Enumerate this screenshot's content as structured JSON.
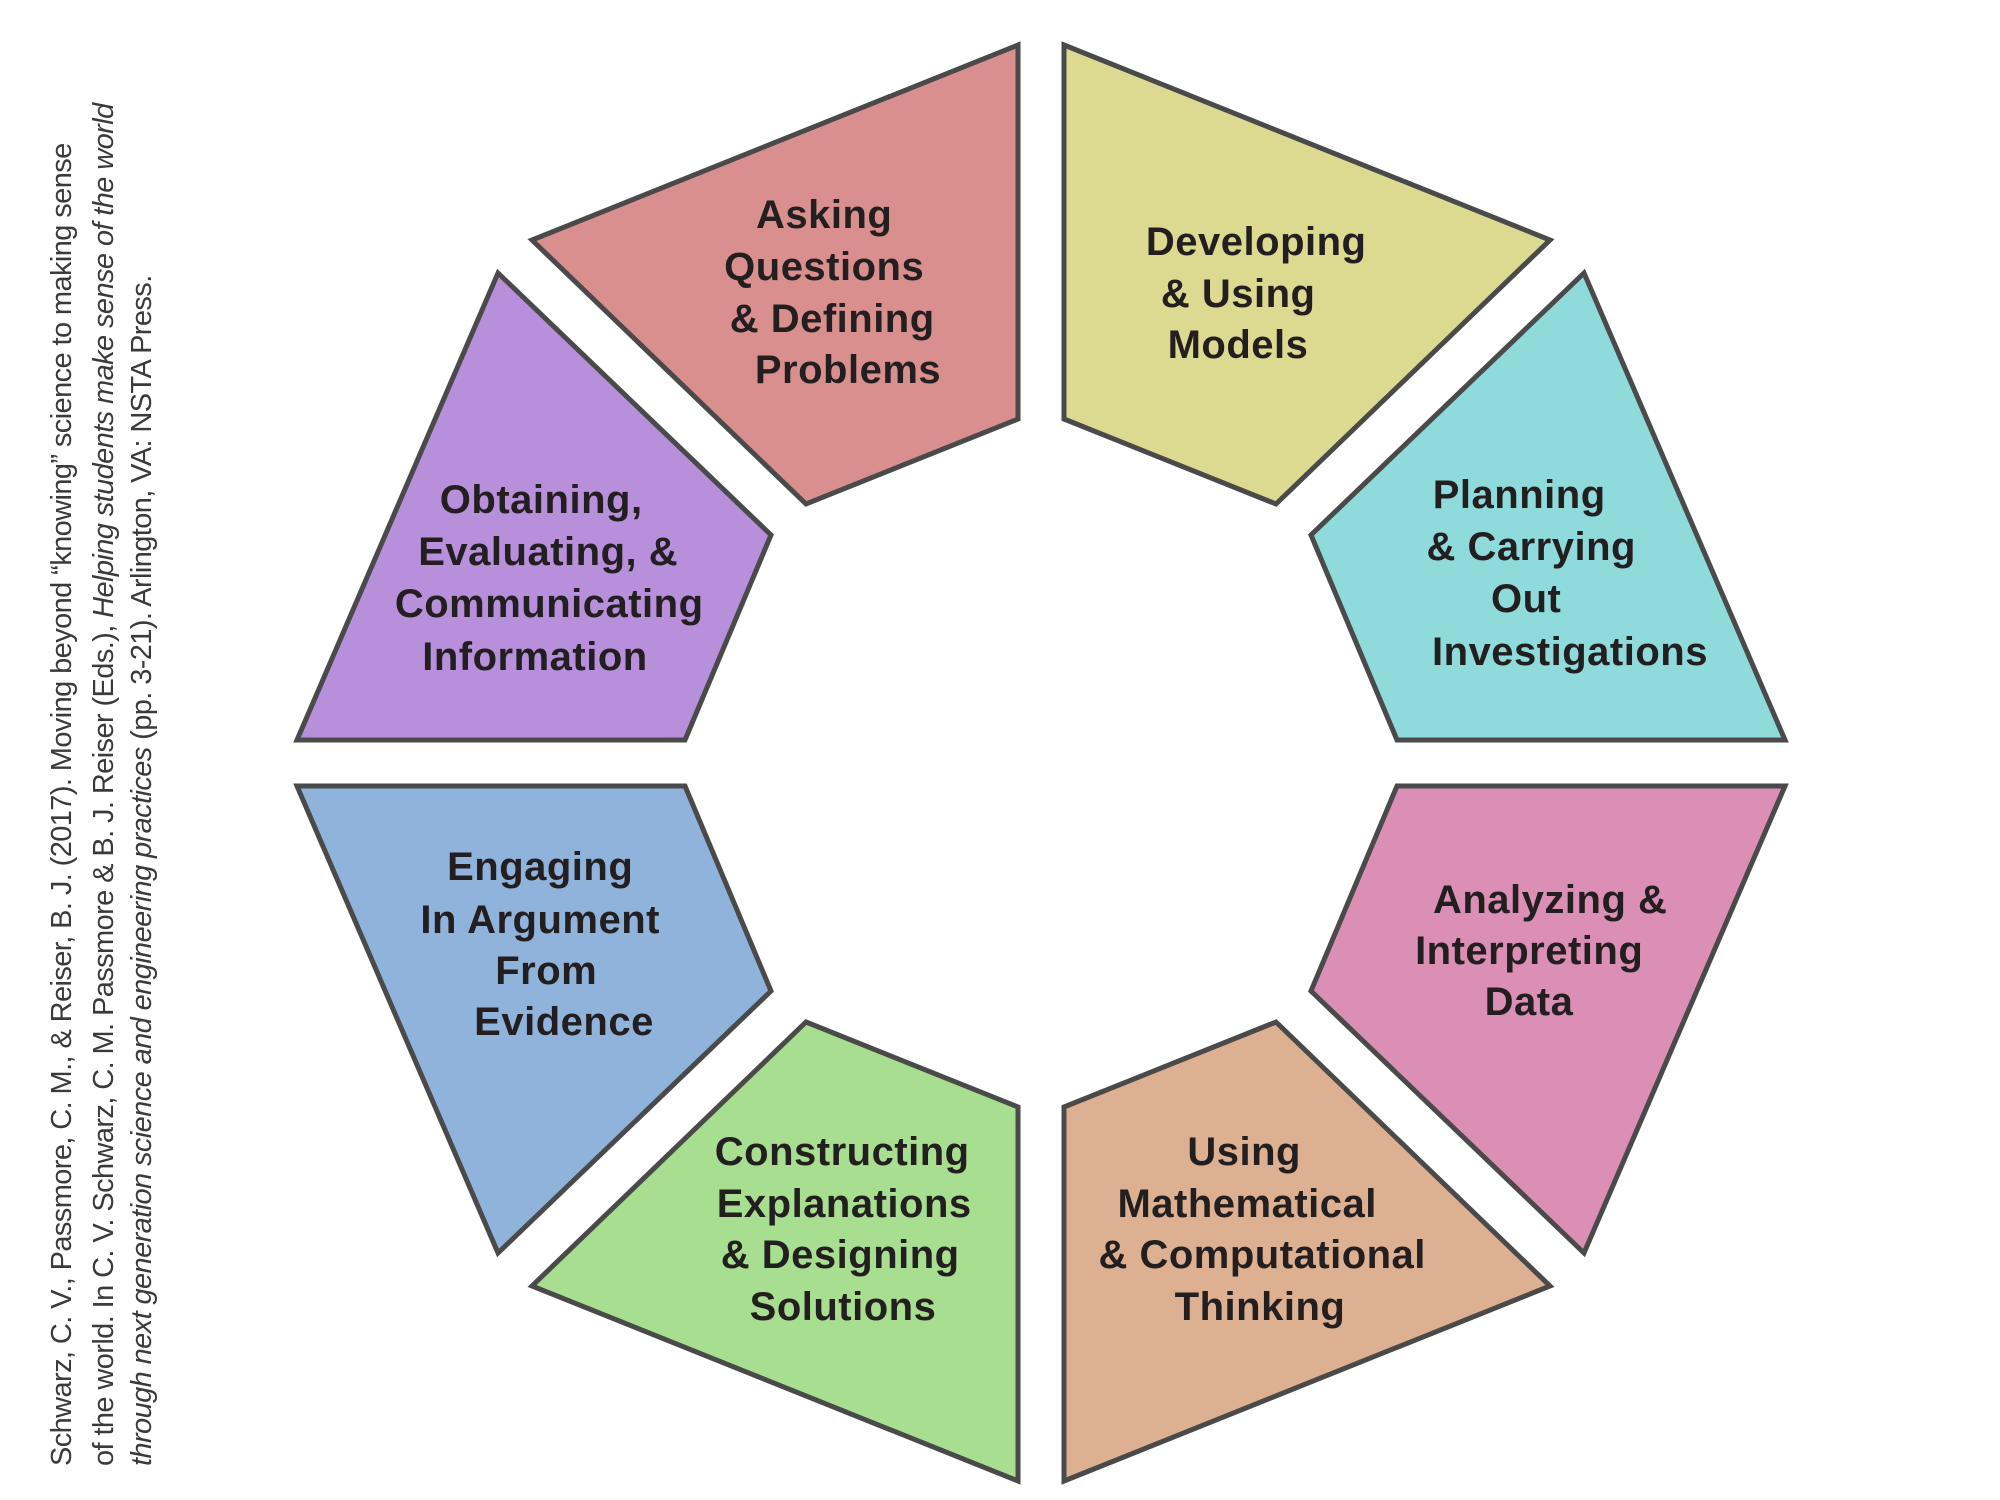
{
  "title": "Science and Engineering Practices",
  "practices": [
    {
      "id": "asking",
      "lines": [
        "Asking",
        "Questions",
        "& Defining",
        "Problems"
      ],
      "color": "#da8f8f"
    },
    {
      "id": "developing",
      "lines": [
        "Developing",
        "& Using",
        "Models"
      ],
      "color": "#dcd990"
    },
    {
      "id": "planning",
      "lines": [
        "Planning",
        "& Carrying",
        "Out",
        "Investigations"
      ],
      "color": "#8fdbdb"
    },
    {
      "id": "analyzing",
      "lines": [
        "Analyzing &",
        "Interpreting",
        "Data"
      ],
      "color": "#db8fb5"
    },
    {
      "id": "using-math",
      "lines": [
        "Using",
        "Mathematical",
        "& Computational",
        "Thinking"
      ],
      "color": "#dcb090"
    },
    {
      "id": "constructing",
      "lines": [
        "Constructing",
        "Explanations",
        "& Designing",
        "Solutions"
      ],
      "color": "#a8de90"
    },
    {
      "id": "engaging",
      "lines": [
        "Engaging",
        "In Argument",
        "From",
        "Evidence"
      ],
      "color": "#90b3db"
    },
    {
      "id": "obtaining",
      "lines": [
        "Obtaining,",
        "Evaluating, &",
        "Communicating",
        "Information"
      ],
      "color": "#b78fdb"
    }
  ],
  "citation": {
    "line1": "Schwarz, C. V., Passmore, C. M., & Reiser, B. J. (2017). Moving beyond “knowing” science to making sense",
    "line2_plain": "of the world. In C. V. Schwarz, C. M. Passmore & B. J. Reiser (Eds.), ",
    "line2_italic": "Helping students make sense of the world",
    "line3_italic": "through next generation science and engineering practices",
    "line3_plain": " (pp. 3-21). Arlington, VA: NSTA Press."
  }
}
